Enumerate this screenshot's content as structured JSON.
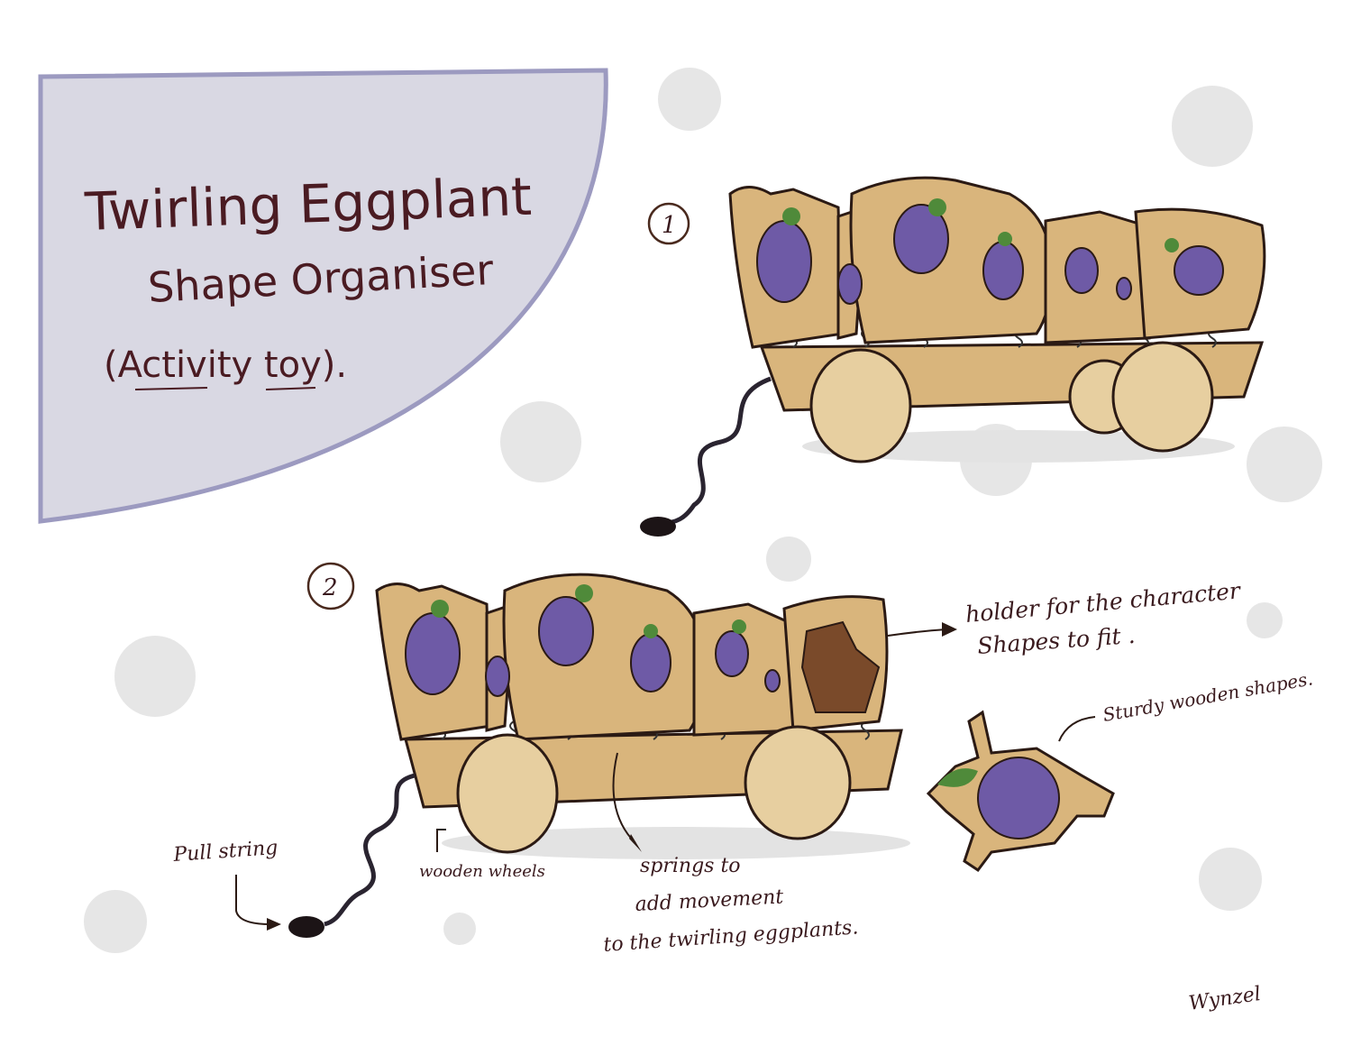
{
  "title": {
    "line1": "Twirling Eggplant",
    "line2": "Shape Organiser",
    "line3": "(Activity toy)."
  },
  "steps": [
    "1",
    "2"
  ],
  "annotations": {
    "holder": [
      "holder for the character",
      "Shapes to fit ."
    ],
    "sturdy": "Sturdy wooden shapes.",
    "pull_string": "Pull string",
    "wheels": "wooden wheels",
    "springs": [
      "springs to",
      "add movement",
      "to the twirling eggplants."
    ]
  },
  "signature": "Wynzel",
  "colors": {
    "panel": "#d9d8e3",
    "panel_border": "#9c9ac0",
    "wood": "#d9b57c",
    "eggplant": "#6e5aa6",
    "ink": "#3a1a1e"
  }
}
